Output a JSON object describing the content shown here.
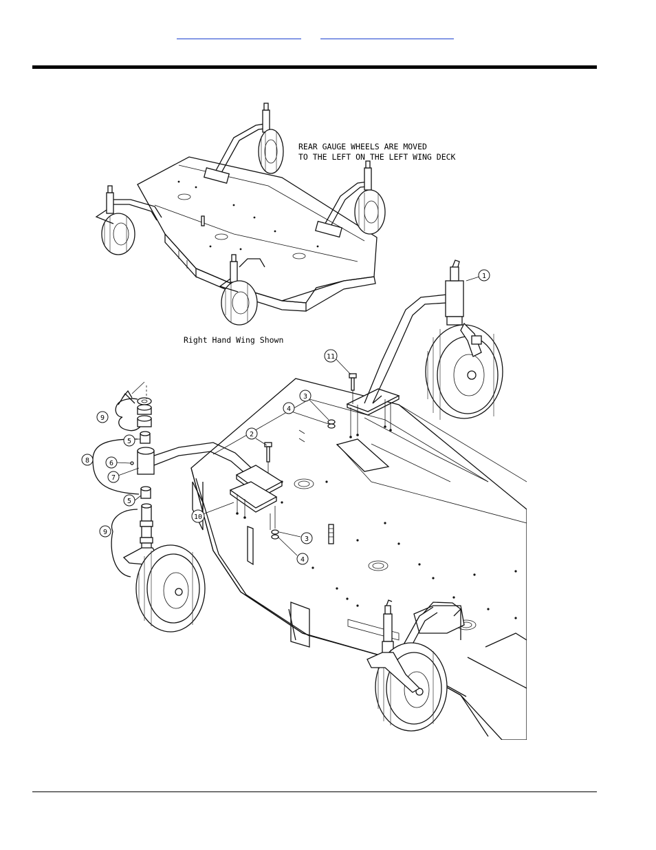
{
  "header": {
    "links": [
      {
        "text": ""
      },
      {
        "text": ""
      }
    ]
  },
  "diagram": {
    "note_lines": [
      "REAR GAUGE WHEELS ARE MOVED",
      "TO THE LEFT ON THE LEFT WING DECK"
    ],
    "caption": "Right Hand Wing Shown",
    "callouts": {
      "c1": "1",
      "c2": "2",
      "c3a": "3",
      "c3b": "3",
      "c4a": "4",
      "c4b": "4",
      "c5a": "5",
      "c5b": "5",
      "c6": "6",
      "c7": "7",
      "c8": "8",
      "c9a": "9",
      "c9b": "9",
      "c10": "10",
      "c11": "11"
    }
  }
}
